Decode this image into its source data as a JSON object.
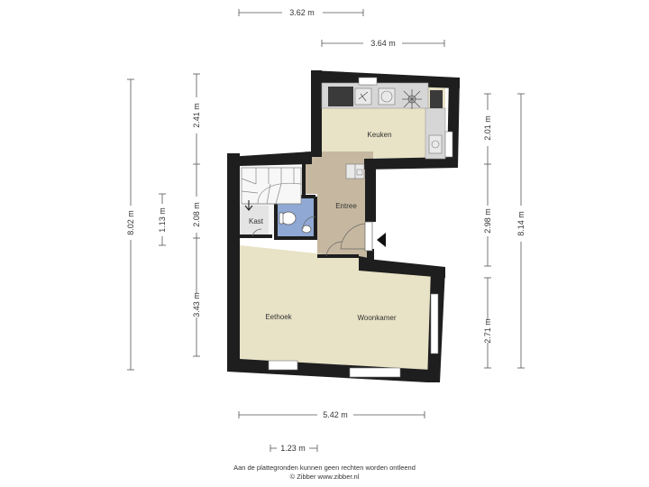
{
  "rooms": {
    "keuken": "Keuken",
    "entree": "Entree",
    "kast": "Kast",
    "eethoek": "Eethoek",
    "woonkamer": "Woonkamer"
  },
  "dimensions": {
    "top_1": "3.62 m",
    "top_2": "3.64 m",
    "left_overall": "8.02 m",
    "left_small": "1.13 m",
    "left_upper": "2.41 m",
    "left_middle": "2.08 m",
    "left_lower": "3.43 m",
    "right_upper": "2.01 m",
    "right_middle": "2.98 m",
    "right_lower": "2.71 m",
    "right_overall": "8.14 m",
    "bottom_1": "5.42 m",
    "bottom_2": "1.23 m"
  },
  "footer": {
    "disclaimer": "Aan de plattegronden kunnen geen rechten worden ontleend",
    "credit": "© Zibber www.zibber.nl"
  }
}
